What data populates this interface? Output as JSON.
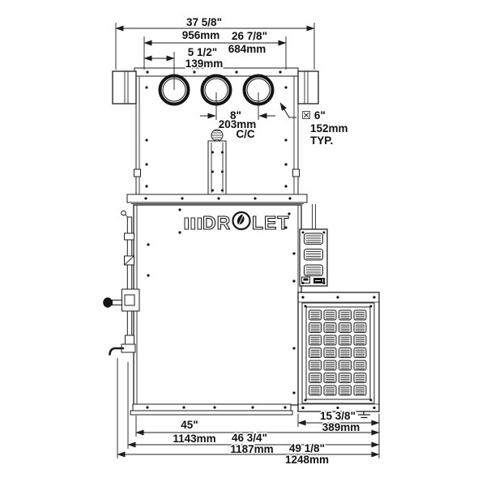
{
  "diagram": {
    "type": "technical-drawing",
    "subject": "Wood furnace front view with overall dimensions",
    "brand": {
      "name": "DROLET",
      "part1": "DR",
      "part2": "LET"
    },
    "dimensions": {
      "overall_top": {
        "inches": "37  5/8\"",
        "mm": "956mm"
      },
      "collar_span": {
        "inches": "26 7/8\"",
        "mm": "684mm"
      },
      "collar_offset": {
        "inches": "5 1/2\"",
        "mm": "139mm"
      },
      "collar_spacing": {
        "inches": "8\"",
        "mm": "203mm",
        "note": "C/C"
      },
      "collar_diameter": {
        "label": "☒ 6\"",
        "mm": "152mm",
        "note": "TYP."
      },
      "blower_panel": {
        "inches": "15 3/8\"",
        "mm": "389mm"
      },
      "body_width": {
        "inches": "45\"",
        "mm": "1143mm"
      },
      "width_with_latch": {
        "inches": "46 3/4\"",
        "mm": "1187mm"
      },
      "overall_width": {
        "inches": "49 1/8\"",
        "mm": "1248mm"
      }
    }
  }
}
